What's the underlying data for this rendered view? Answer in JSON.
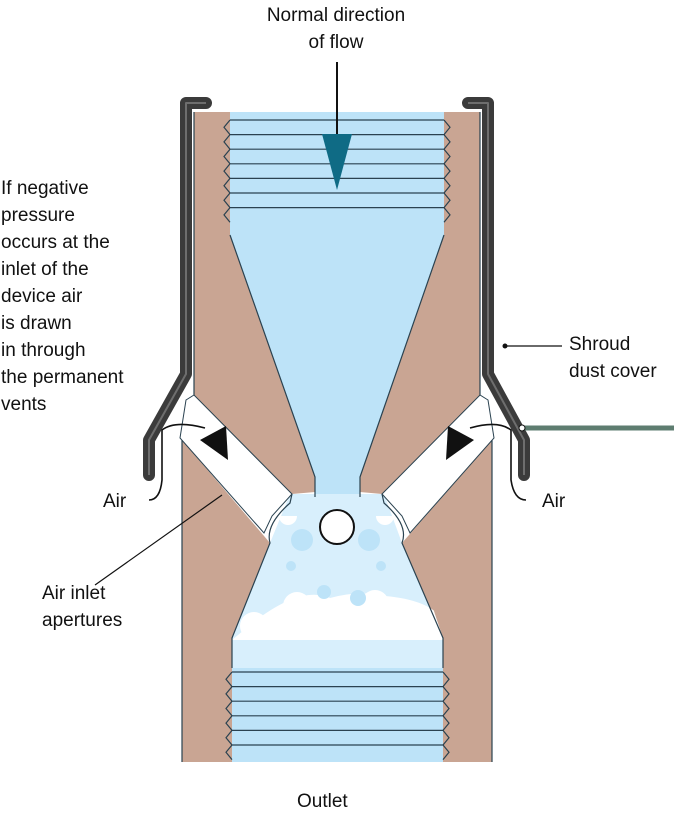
{
  "labels": {
    "flow_line1": "Normal direction",
    "flow_line2": "of flow",
    "note_lines": [
      "If negative",
      "pressure",
      "occurs at the",
      "inlet of the",
      "device air",
      "is drawn",
      "in through",
      "the permanent",
      "vents"
    ],
    "shroud_line1": "Shroud",
    "shroud_line2": "dust cover",
    "air_left": "Air",
    "air_right": "Air",
    "apertures_line1": "Air inlet",
    "apertures_line2": "apertures",
    "outlet": "Outlet"
  },
  "colors": {
    "body": "#c9a593",
    "fluid": "#bde3f8",
    "fluid_light": "#d8effc",
    "thread_line": "#2a4250",
    "shroud": "#3b3b3b",
    "arrow": "#0f6b85",
    "leader": "#111111",
    "pointer": "#5e7d70"
  }
}
